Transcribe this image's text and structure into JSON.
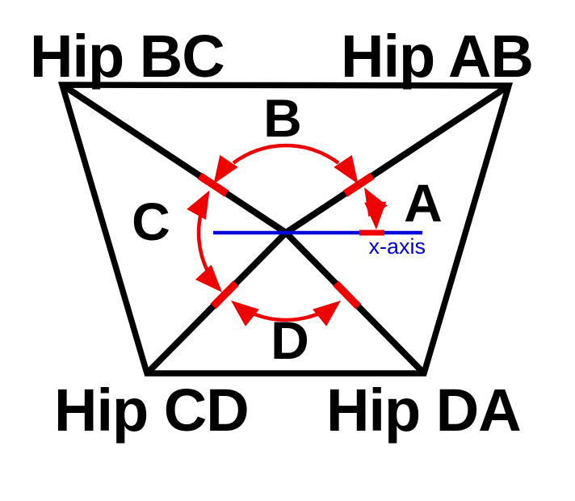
{
  "diagram": {
    "corner_labels": {
      "top_left": "Hip BC",
      "top_right": "Hip AB",
      "bottom_left": "Hip CD",
      "bottom_right": "Hip DA"
    },
    "quadrant_labels": {
      "top": "B",
      "right": "A",
      "left": "C",
      "bottom": "D"
    },
    "axis_label": "x-axis",
    "colors": {
      "outline": "#000000",
      "angle": "#ee0000",
      "axis": "#0000dd",
      "background": "#ffffff"
    }
  }
}
